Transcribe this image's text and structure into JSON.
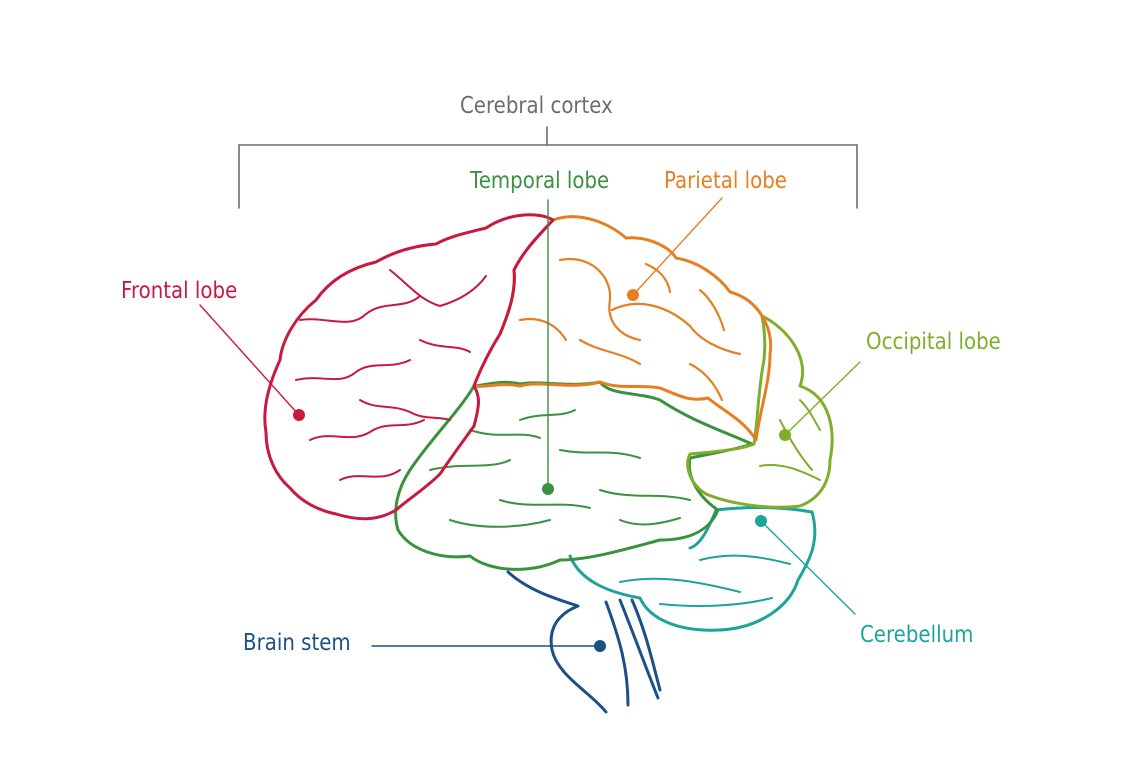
{
  "labels": {
    "cerebral_cortex": "Cerebral cortex",
    "temporal_lobe": "Temporal lobe",
    "parietal_lobe": "Parietal lobe",
    "frontal_lobe": "Frontal lobe",
    "occipital_lobe": "Occipital lobe",
    "cerebellum": "Cerebellum",
    "brain_stem": "Brain stem"
  },
  "colors": {
    "cortex": "#6d6d6d",
    "frontal": "#c8193f",
    "parietal": "#e57f22",
    "temporal": "#3a9140",
    "occipital": "#7fae2b",
    "cerebellum": "#1ea39b",
    "brain_stem": "#1b5186"
  }
}
